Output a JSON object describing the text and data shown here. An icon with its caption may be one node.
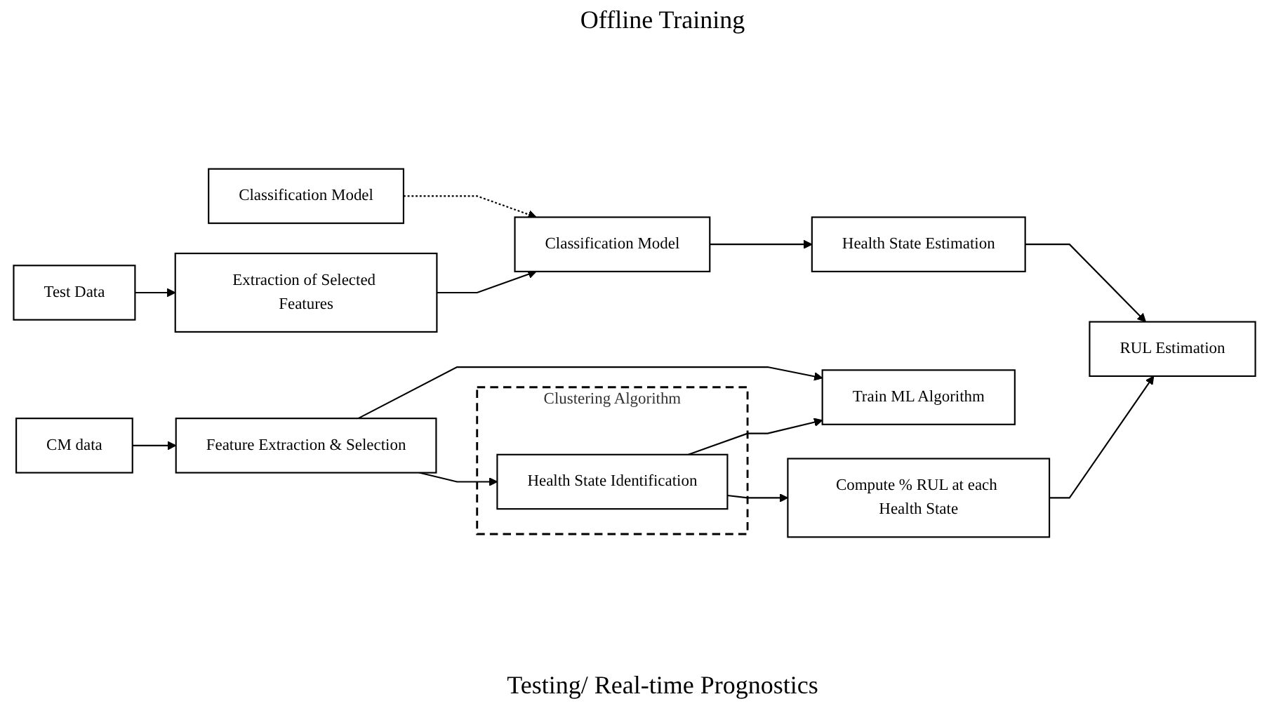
{
  "diagram": {
    "nodes": [
      {
        "text": [
          "Clustering Algorithm"
        ]
      },
      {
        "text": [
          "Health State Identification"
        ],
        "in": 0
      },
      {
        "text": [
          "Compute % RUL at each Health State"
        ]
      },
      {
        "text": [
          "CM data"
        ]
      },
      {
        "text": [
          "Feature Extraction & Selection"
        ]
      },
      {
        "text": [
          "Train ML Algorithm"
        ]
      },
      {
        "text": [
          "Classification Model"
        ]
      },
      {
        "text": [
          "Test Data"
        ]
      },
      {
        "text": [
          "Extraction of Selected Features"
        ]
      },
      {
        "text": [
          "Classification Model"
        ]
      },
      {
        "text": [
          "Health State Estimation"
        ]
      },
      {
        "text": [
          "RUL Estimation"
        ]
      }
    ],
    "edges": [
      {
        "from": 3,
        "to": 4,
        "arrow": "to"
      },
      {
        "from": 4,
        "to": 1,
        "arrow": "to"
      },
      {
        "from": 4,
        "to": 5,
        "arrow": "to"
      },
      {
        "from": 1,
        "to": 5,
        "arrow": "to"
      },
      {
        "from": 1,
        "to": 2,
        "arrow": "to"
      },
      {
        "from": 6,
        "to": 9,
        "arrow": "to",
        "style": "dashed"
      },
      {
        "from": 7,
        "to": 8,
        "arrow": "to"
      },
      {
        "from": 8,
        "to": 9,
        "arrow": "to"
      },
      {
        "from": 9,
        "to": 10,
        "arrow": "to"
      },
      {
        "from": 10,
        "to": 11,
        "arrow": "to"
      },
      {
        "from": 2,
        "to": 11,
        "arrow": "to"
      }
    ],
    "labels": [
      "Offline Training",
      "Testing/ Real-time Prognostics"
    ]
  }
}
